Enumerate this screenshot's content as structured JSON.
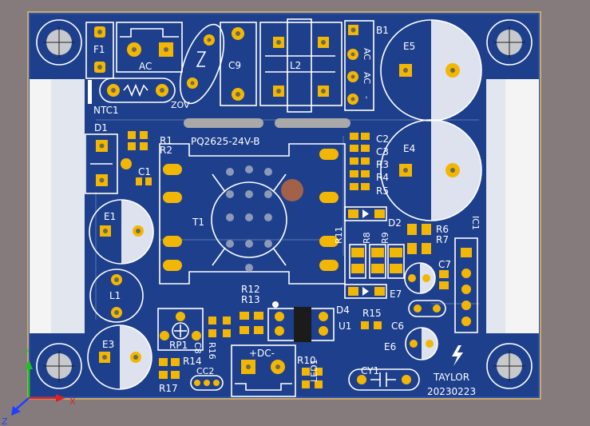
{
  "colors": {
    "background": "#857b7c",
    "board": "#1e3f8c",
    "board_edge": "#c9a86a",
    "silkscreen": "#ffffff",
    "pad": "#f2b705",
    "axis_x": "#e02020",
    "axis_y": "#20c020",
    "axis_z": "#2040ff"
  },
  "board": {
    "title": "PQ2625-24V-B",
    "author": "TAYLOR",
    "date": "20230223",
    "dc_connector": "+DC-",
    "ac_connector": "AC"
  },
  "designators": {
    "F1": "F1",
    "NTC1": "NTC1",
    "ZOV": "ZOV",
    "C9": "C9",
    "L2": "L2",
    "B1": "B1",
    "B1_ac1": "AC",
    "B1_ac2": "AC",
    "B1_minus": "-",
    "E5": "E5",
    "E4": "E4",
    "D1": "D1",
    "R1": "R1",
    "R2": "R2",
    "C1": "C1",
    "T1": "T1",
    "E1": "E1",
    "L1": "L1",
    "C2": "C2",
    "C3": "C3",
    "R3": "R3",
    "R4": "R4",
    "R5": "R5",
    "D2": "D2",
    "R6": "R6",
    "R7": "R7",
    "IC1": "IC1",
    "R11": "R11",
    "R8": "R8",
    "R9": "R9",
    "C7": "C7",
    "E7": "E7",
    "R12": "R12",
    "R13": "R13",
    "D4": "D4",
    "U1": "U1",
    "R15": "R15",
    "C6": "C6",
    "E6": "E6",
    "RP1": "RP1",
    "C8": "C8",
    "R16": "R16",
    "R10": "R10",
    "LED1": "LED1",
    "CY1": "CY1",
    "E3": "E3",
    "R14": "R14",
    "R17": "R17",
    "CC2": "CC2"
  },
  "axes": {
    "x": "X",
    "y": "Y",
    "z": "Z"
  }
}
